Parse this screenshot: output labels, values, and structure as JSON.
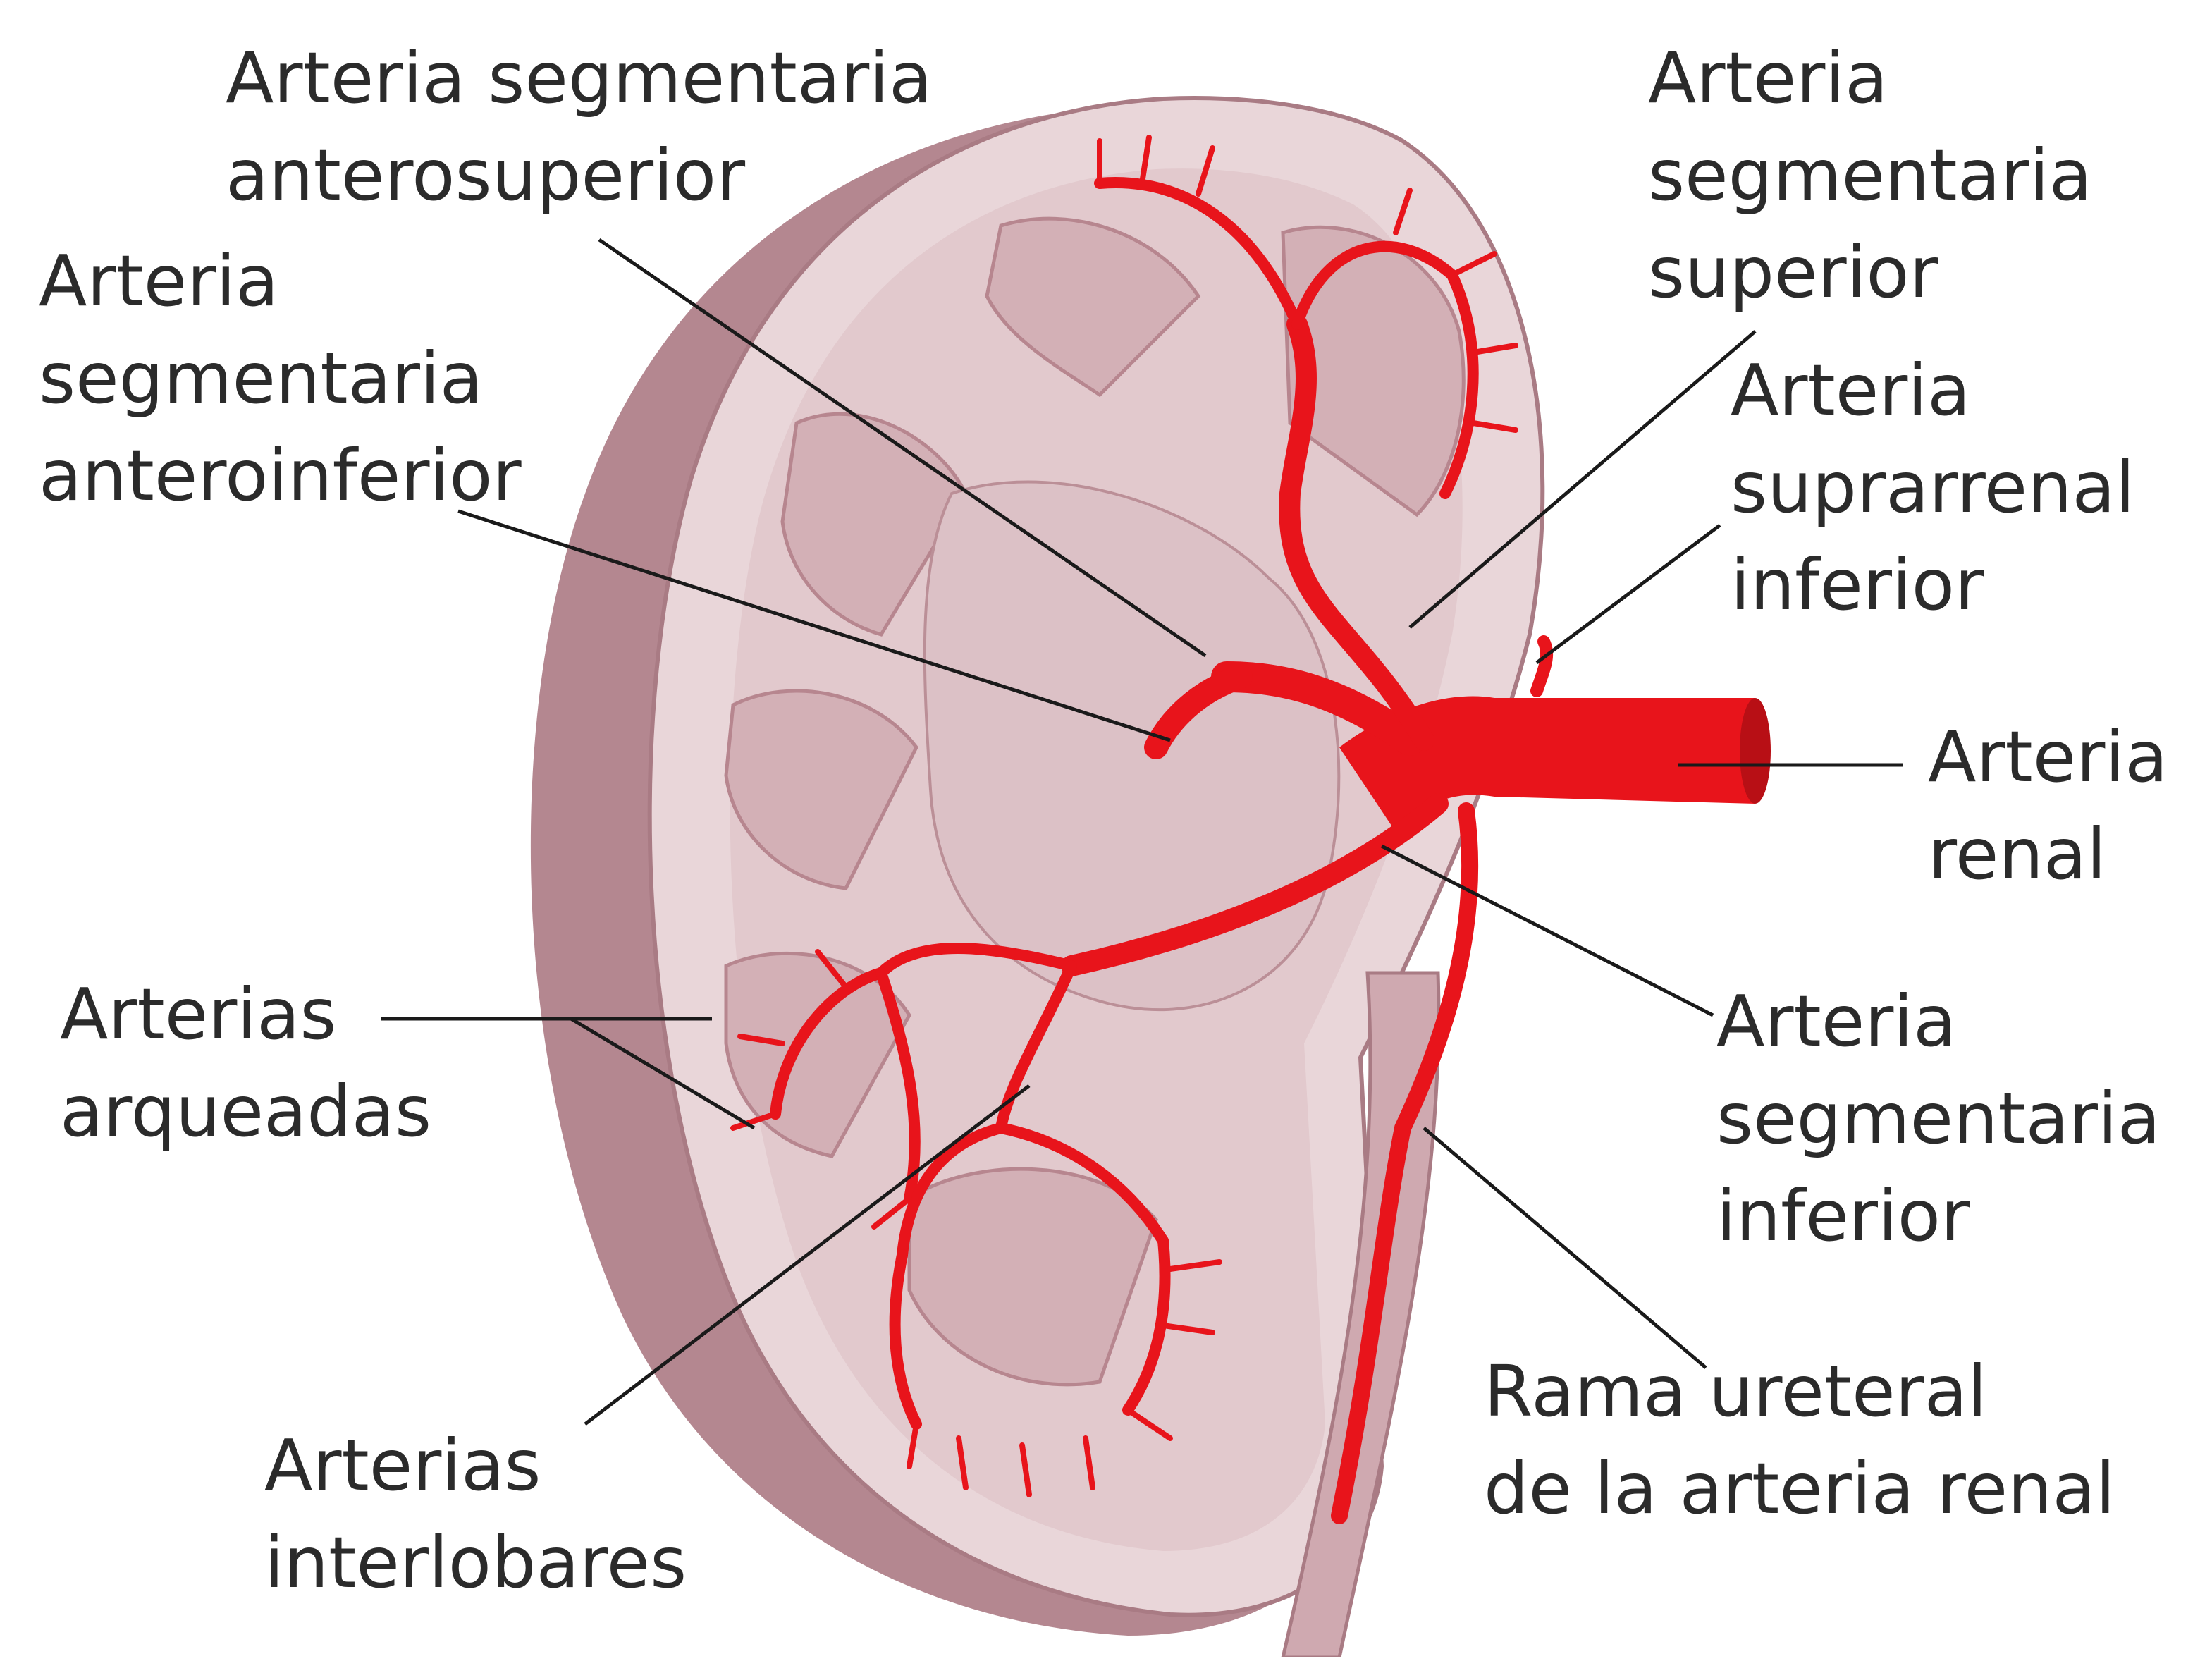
{
  "colors": {
    "artery": "#e8141b",
    "artery_dark": "#b80f15",
    "tissue": "#e9d6d9",
    "tissue_dark": "#c49aa1",
    "capsule": "#b48790",
    "pyramid": "#d9bcc1",
    "leader": "#1a1a1a",
    "text": "#2b2b2b"
  },
  "labels": {
    "anterosuperior": {
      "line1": "Arteria segmentaria",
      "line2": "anterosuperior"
    },
    "anteroinferior": {
      "line1": "Arteria",
      "line2": "segmentaria",
      "line3": "anteroinferior"
    },
    "superior": {
      "line1": "Arteria",
      "line2": "segmentaria",
      "line3": "superior"
    },
    "suprarrenal": {
      "line1": "Arteria",
      "line2": "suprarrenal",
      "line3": "inferior"
    },
    "renal": {
      "line1": "Arteria",
      "line2": "renal"
    },
    "arqueadas": {
      "line1": "Arterias",
      "line2": "arqueadas"
    },
    "inferior": {
      "line1": "Arteria",
      "line2": "segmentaria",
      "line3": "inferior"
    },
    "ureteral": {
      "line1": "Rama ureteral",
      "line2": "de la arteria renal"
    },
    "interlobares": {
      "line1": "Arterias",
      "line2": "interlobares"
    }
  }
}
